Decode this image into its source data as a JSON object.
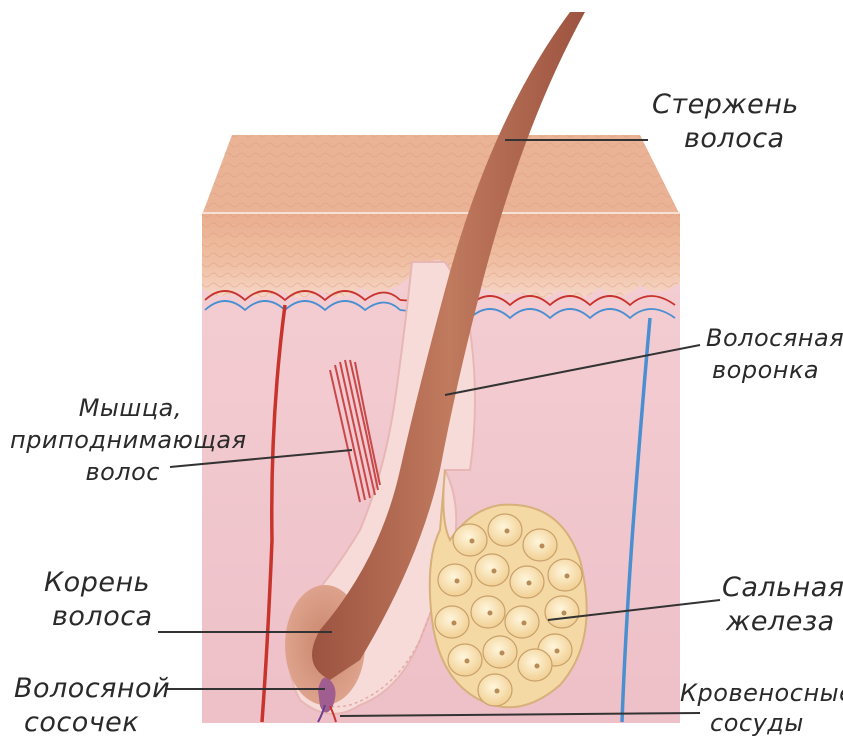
{
  "labels": {
    "hair_shaft": [
      "Стержень",
      "волоса"
    ],
    "hair_funnel": [
      "Волосяная",
      "воронка"
    ],
    "arrector_muscle": [
      "Мышца,",
      "приподнимающая",
      "волос"
    ],
    "hair_root": [
      "Корень",
      "волоса"
    ],
    "sebaceous_gland": [
      "Сальная",
      "железа"
    ],
    "hair_papilla": [
      "Волосяной",
      "сосочек"
    ],
    "blood_vessels": [
      "Кровеносные",
      "сосуды"
    ]
  },
  "colors": {
    "epidermis": "#e8ab8c",
    "dermis": "#f2c8cf",
    "hair": "#b96a52",
    "artery": "#c8342c",
    "vein": "#4a8fd0",
    "gland": "#f6dca0",
    "leader_line": "#333333"
  }
}
